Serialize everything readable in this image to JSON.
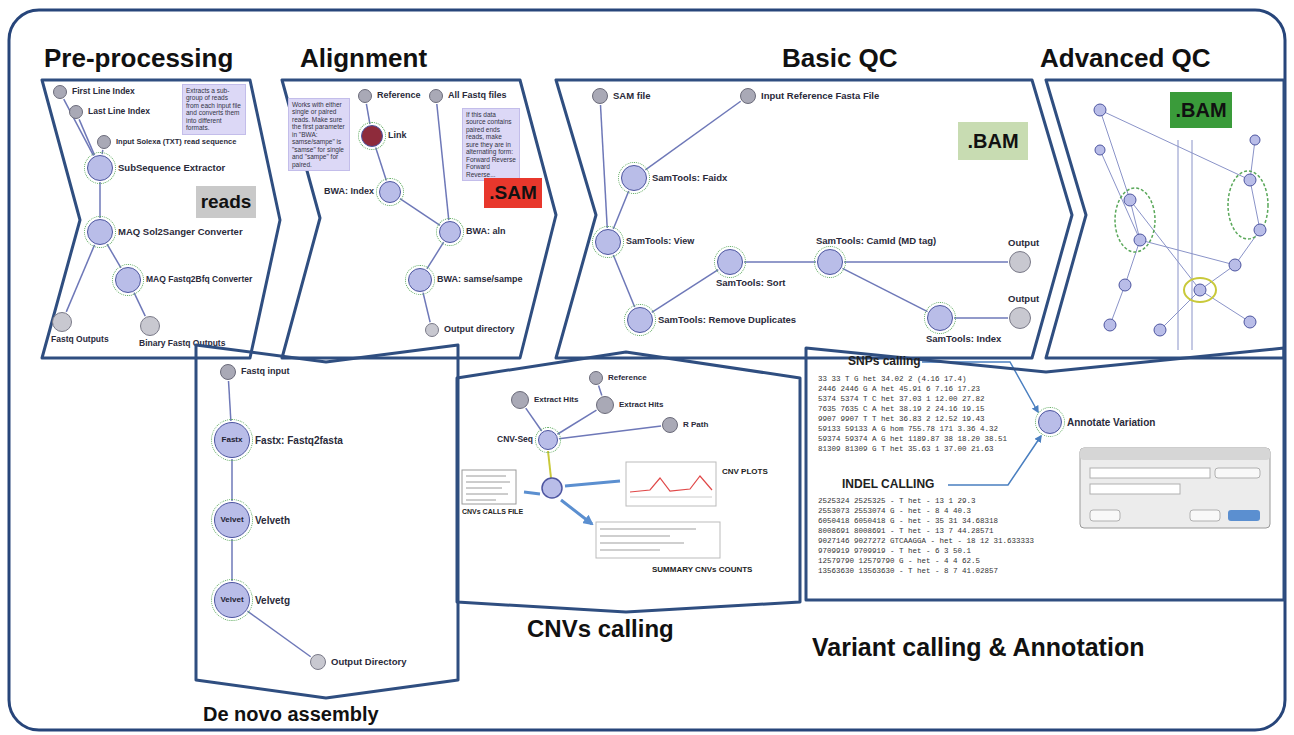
{
  "diagram": {
    "nodes": [
      {
        "text": [
          "Pre-processing"
        ]
      },
      {
        "text": [
          "First Line Index"
        ],
        "in": 0
      },
      {
        "text": [
          "Last Line Index"
        ],
        "in": 0
      },
      {
        "text": [
          "Input Solexa (TXT) read sequence"
        ],
        "in": 0
      },
      {
        "text": [
          "Extracts a sub-group of reads from each input file and converts them into different formats."
        ],
        "in": 0
      },
      {
        "text": [
          "SubSequence Extractor"
        ],
        "in": 0
      },
      {
        "text": [
          "reads"
        ],
        "in": 0
      },
      {
        "text": [
          "MAQ Sol2Sanger Converter"
        ],
        "in": 0
      },
      {
        "text": [
          "MAQ Fastq2Bfq Converter"
        ],
        "in": 0
      },
      {
        "text": [
          "Fastq Outputs"
        ],
        "in": 0
      },
      {
        "text": [
          "Binary Fastq Outputs"
        ],
        "in": 0
      },
      {
        "text": [
          "Alignment"
        ]
      },
      {
        "text": [
          "Works with either single or paired reads. Make sure the first parameter in \"BWA: samse/sampe\" is \"samse\" for single and \"sampe\" for paired."
        ],
        "in": 11
      },
      {
        "text": [
          "Reference"
        ],
        "in": 11
      },
      {
        "text": [
          "All Fastq files"
        ],
        "in": 11
      },
      {
        "text": [
          "If this data source contains paired ends reads, make sure they are in alternating form: Forward Reverse Forward Reverse..."
        ],
        "in": 11
      },
      {
        "text": [
          "Link"
        ],
        "in": 11
      },
      {
        "text": [
          "BWA: Index"
        ],
        "in": 11
      },
      {
        "text": [
          ".SAM"
        ],
        "in": 11
      },
      {
        "text": [
          "BWA: aln"
        ],
        "in": 11
      },
      {
        "text": [
          "BWA: samse/sampe"
        ],
        "in": 11
      },
      {
        "text": [
          "Output directory"
        ],
        "in": 11
      },
      {
        "text": [
          "Basic QC"
        ]
      },
      {
        "text": [
          "SAM file"
        ],
        "in": 22
      },
      {
        "text": [
          "Input Reference Fasta File"
        ],
        "in": 22
      },
      {
        "text": [
          ".BAM"
        ],
        "in": 22
      },
      {
        "text": [
          "SamTools: Faidx"
        ],
        "in": 22
      },
      {
        "text": [
          "SamTools: View"
        ],
        "in": 22
      },
      {
        "text": [
          "SamTools: Sort"
        ],
        "in": 22
      },
      {
        "text": [
          "SamTools: Remove Duplicates"
        ],
        "in": 22
      },
      {
        "text": [
          "SamTools: CamId (MD tag)"
        ],
        "in": 22
      },
      {
        "text": [
          "SamTools: Index"
        ],
        "in": 22
      },
      {
        "text": [
          "Output"
        ],
        "in": 22
      },
      {
        "text": [
          "Output"
        ],
        "in": 22
      },
      {
        "text": [
          "Advanced QC"
        ]
      },
      {
        "text": [
          ".BAM"
        ],
        "in": 34
      },
      {
        "text": [
          "De novo assembly"
        ]
      },
      {
        "text": [
          "Fastq input"
        ],
        "in": 36
      },
      {
        "text": [
          "Fastx",
          "Fastx: Fastq2fasta"
        ],
        "in": 36
      },
      {
        "text": [
          "Velvet",
          "Velveth"
        ],
        "in": 36
      },
      {
        "text": [
          "Velvet",
          "Velvetg"
        ],
        "in": 36
      },
      {
        "text": [
          "Output Directory"
        ],
        "in": 36
      },
      {
        "text": [
          "CNVs calling"
        ]
      },
      {
        "text": [
          "Extract Hits"
        ],
        "in": 42
      },
      {
        "text": [
          "Reference"
        ],
        "in": 42
      },
      {
        "text": [
          "Extract Hits"
        ],
        "in": 42
      },
      {
        "text": [
          "R Path"
        ],
        "in": 42
      },
      {
        "text": [
          "CNV-Seq"
        ],
        "in": 42
      },
      {
        "text": [
          "Variant calling & Annotation"
        ]
      },
      {
        "text": [
          "Annotate Variation"
        ],
        "in": 48
      }
    ],
    "edges": [
      {
        "from": 1,
        "to": 5,
        "arrow": "none"
      },
      {
        "from": 2,
        "to": 5,
        "arrow": "none"
      },
      {
        "from": 3,
        "to": 5,
        "arrow": "none"
      },
      {
        "from": 5,
        "to": 7,
        "arrow": "none"
      },
      {
        "from": 7,
        "to": 8,
        "arrow": "none"
      },
      {
        "from": 7,
        "to": 9,
        "arrow": "none"
      },
      {
        "from": 8,
        "to": 10,
        "arrow": "none"
      },
      {
        "from": 13,
        "to": 16,
        "arrow": "none"
      },
      {
        "from": 16,
        "to": 17,
        "arrow": "none"
      },
      {
        "from": 17,
        "to": 19,
        "arrow": "none"
      },
      {
        "from": 14,
        "to": 19,
        "arrow": "none"
      },
      {
        "from": 19,
        "to": 20,
        "arrow": "none"
      },
      {
        "from": 20,
        "to": 21,
        "arrow": "none"
      },
      {
        "from": 23,
        "to": 27,
        "arrow": "none"
      },
      {
        "from": 24,
        "to": 26,
        "arrow": "none"
      },
      {
        "from": 26,
        "to": 27,
        "arrow": "none"
      },
      {
        "from": 27,
        "to": 29,
        "arrow": "none"
      },
      {
        "from": 29,
        "to": 28,
        "arrow": "none"
      },
      {
        "from": 28,
        "to": 30,
        "arrow": "none"
      },
      {
        "from": 30,
        "to": 31,
        "arrow": "none"
      },
      {
        "from": 30,
        "to": 32,
        "arrow": "none"
      },
      {
        "from": 31,
        "to": 33,
        "arrow": "none"
      },
      {
        "from": 37,
        "to": 38,
        "arrow": "none"
      },
      {
        "from": 38,
        "to": 39,
        "arrow": "none"
      },
      {
        "from": 39,
        "to": 40,
        "arrow": "none"
      },
      {
        "from": 40,
        "to": 41,
        "arrow": "none"
      },
      {
        "from": 44,
        "to": 45,
        "arrow": "none"
      },
      {
        "from": 43,
        "to": 47,
        "arrow": "none"
      },
      {
        "from": 45,
        "to": 47,
        "arrow": "none"
      },
      {
        "from": 46,
        "to": 47,
        "arrow": "none"
      }
    ],
    "labels": [
      "SNPs calling",
      "33 33 T G het 34.02 2 (4.16 17.4)",
      "2446 2446 G A het 45.91 6 7.16 17.23",
      "5374 5374 T C het 37.03 1 12.00 27.82",
      "7635 7635 C A het 38.19 2 24.16 19.15",
      "9907 9907 T T het 36.83 2 12.52 19.43",
      "59133 59133 A G hom 755.78 171 3.36 4.32",
      "59374 59374 A G het 1189.87 38 18.20 38.51",
      "81309 81309 G T het 35.63 1 37.00 21.63",
      "INDEL CALLING",
      "2525324 2525325 - T het - 13 1 29.3",
      "2553073 2553074 G - het - 8 4 40.3",
      "6050418 6050418 G - het - 35 31 34.68318",
      "8008691 8008691 - T het - 13 7 44.28571",
      "9027146 9027272 GTCAAGGA - het - 18 12 31.633333",
      "9709919 9709919 - T het - 6 3 50.1",
      "12579790 12579790 G - het - 4 4 62.5",
      "13563630 13563630 - T het - 8 7 41.02857",
      "CNVs CALLS FILE",
      "CNV PLOTS",
      "SUMMARY CNVs COUNTS"
    ]
  }
}
